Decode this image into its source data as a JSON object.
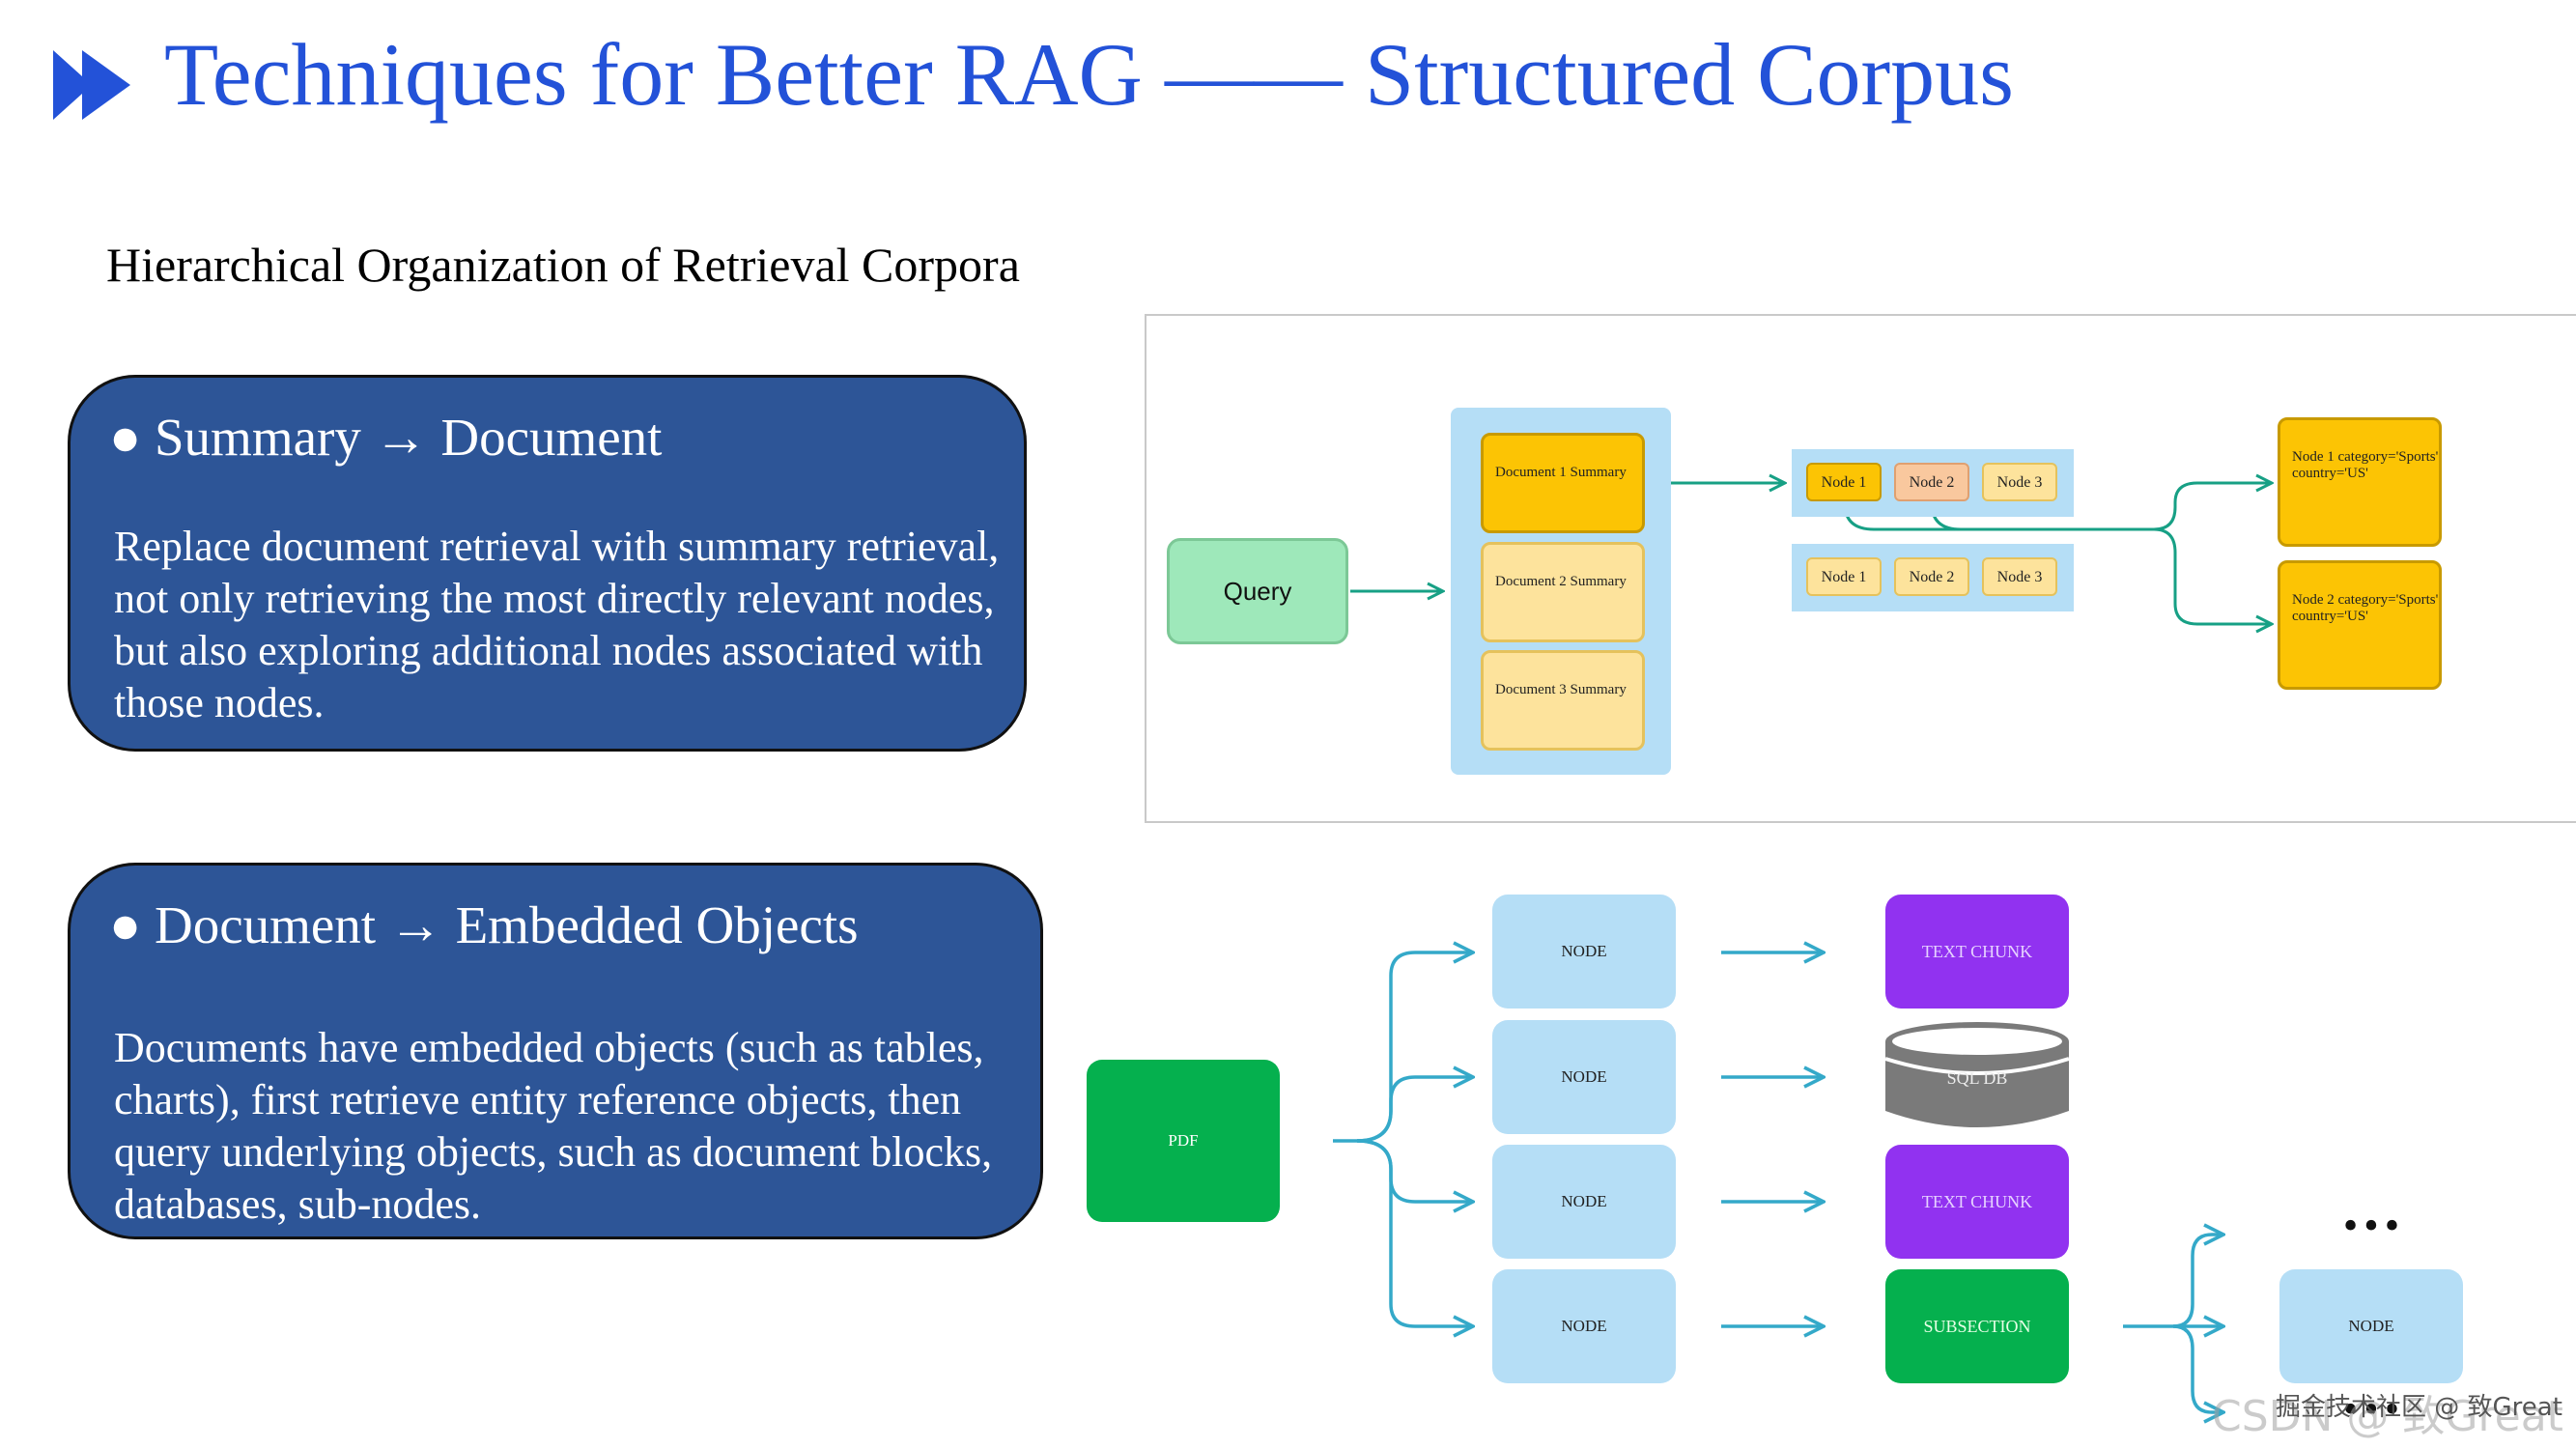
{
  "title": "Techniques for Better RAG —— Structured Corpus",
  "subtitle": "Hierarchical Organization of Retrieval Corpora",
  "cards": [
    {
      "heading": "● Summary → Document",
      "body": "Replace document retrieval with summary retrieval, not only retrieving the most directly relevant nodes, but also exploring additional nodes associated with those nodes."
    },
    {
      "heading": "● Document → Embedded Objects",
      "body": "Documents have embedded objects (such as tables, charts), first retrieve entity reference objects, then query underlying objects, such as document blocks, databases, sub-nodes."
    }
  ],
  "diagram_top": {
    "query": "Query",
    "documents": [
      "Document 1 Summary",
      "Document 2 Summary",
      "Document 3 Summary"
    ],
    "node_rows": [
      [
        "Node 1",
        "Node 2",
        "Node 3"
      ],
      [
        "Node 1",
        "Node 2",
        "Node 3"
      ]
    ],
    "metadata_nodes": [
      "Node 1 category='Sports' country='US'",
      "Node 2 category='Sports' country='US'"
    ]
  },
  "diagram_bottom": {
    "source": "PDF",
    "nodes": [
      "NODE",
      "NODE",
      "NODE",
      "NODE"
    ],
    "objects": [
      "TEXT CHUNK",
      "SQL DB",
      "TEXT CHUNK",
      "SUBSECTION"
    ],
    "sub_node": "NODE",
    "ellipsis": "•••"
  },
  "watermark": "CSDN @ 致Great",
  "watermark_overlay": "掘金技术社区 @ 致Great",
  "colors": {
    "title": "#2352d8",
    "card_fill": "#2d5597",
    "arrow_green": "#17a085",
    "arrow_blue": "#34a9c9",
    "yellow": "#fcc404",
    "light_yellow": "#fde39c",
    "light_blue": "#b5def6",
    "purple": "#9132f0",
    "green": "#05b04e",
    "gray_db": "#7a7a7a"
  }
}
